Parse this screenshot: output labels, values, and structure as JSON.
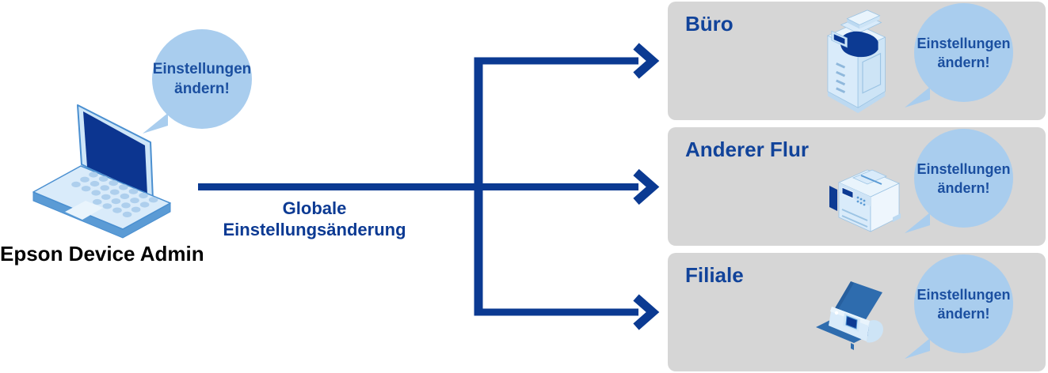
{
  "admin": {
    "label": "Epson Device Admin",
    "bubble": {
      "line1": "Einstellungen",
      "line2": "ändern!"
    }
  },
  "flow_label": {
    "line1": "Globale",
    "line2": "Einstellungsänderung"
  },
  "locations": [
    {
      "name": "Büro",
      "device_icon": "office-copier-icon",
      "bubble": {
        "line1": "Einstellungen",
        "line2": "ändern!"
      }
    },
    {
      "name": "Anderer Flur",
      "device_icon": "desktop-mfp-fax-icon",
      "bubble": {
        "line1": "Einstellungen",
        "line2": "ändern!"
      }
    },
    {
      "name": "Filiale",
      "device_icon": "sheetfed-scanner-icon",
      "bubble": {
        "line1": "Einstellungen",
        "line2": "ändern!"
      }
    }
  ],
  "colors": {
    "arrow_blue": "#0b3a92",
    "heading_blue": "#11439a",
    "bubble_fill": "#a9cdee",
    "bubble_text_blue": "#1b4fa0",
    "panel_gray": "#d6d6d6",
    "device_navy": "#0c3a93",
    "device_light_blue": "#d9ebfa",
    "scanner_tray_blue": "#2e6cae",
    "admin_label_black": "#000000"
  }
}
